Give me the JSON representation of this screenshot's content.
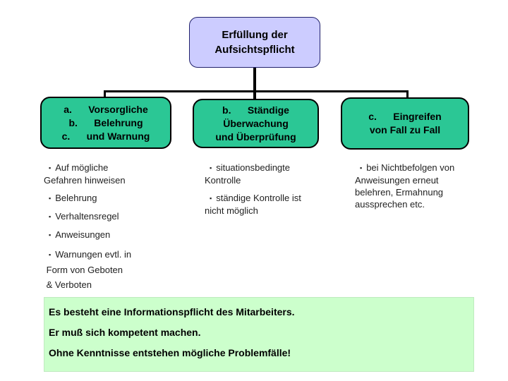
{
  "slide": {
    "title": "Erfüllung der Aufsichtspflicht",
    "colors": {
      "background": "#ffffff",
      "top_box_fill": "#ccccff",
      "top_box_border": "#20206b",
      "branch_box_fill": "#2bc795",
      "branch_box_border": "#000000",
      "note_fill": "#ccffcc",
      "connector": "#000000"
    }
  },
  "glyphs": {
    "bullet": "▪"
  },
  "top_box": {
    "text": "Erfüllung der\nAufsichtspflicht"
  },
  "branches": [
    {
      "box_text": "a.      Vorsorgliche\nb.      Belehrung\nc.      und Warnung",
      "items": [
        {
          "text": "Auf mögliche\nGefahren hinweisen"
        },
        {
          "text": "Belehrung"
        },
        {
          "text": "Verhaltensregel"
        },
        {
          "text": "Anweisungen"
        },
        {
          "text": "Warnungen evtl. in\n Form von Geboten\n & Verboten"
        }
      ]
    },
    {
      "box_text": "b.      Ständige\nÜberwachung\nund Überprüfung",
      "items": [
        {
          "text": "situationsbedingte\nKontrolle"
        },
        {
          "text": "ständige Kontrolle ist\nnicht möglich"
        }
      ]
    },
    {
      "box_text": "c.      Eingreifen\nvon Fall zu Fall",
      "items": [
        {
          "text": "bei Nichtbefolgen von\nAnweisungen erneut\nbelehren, Ermahnung\naussprechen etc."
        }
      ]
    }
  ],
  "note": {
    "lines": [
      "Es besteht eine Informationspflicht des Mitarbeiters.",
      "Er muß sich kompetent machen.",
      "Ohne Kenntnisse entstehen mögliche Problemfälle!"
    ]
  }
}
